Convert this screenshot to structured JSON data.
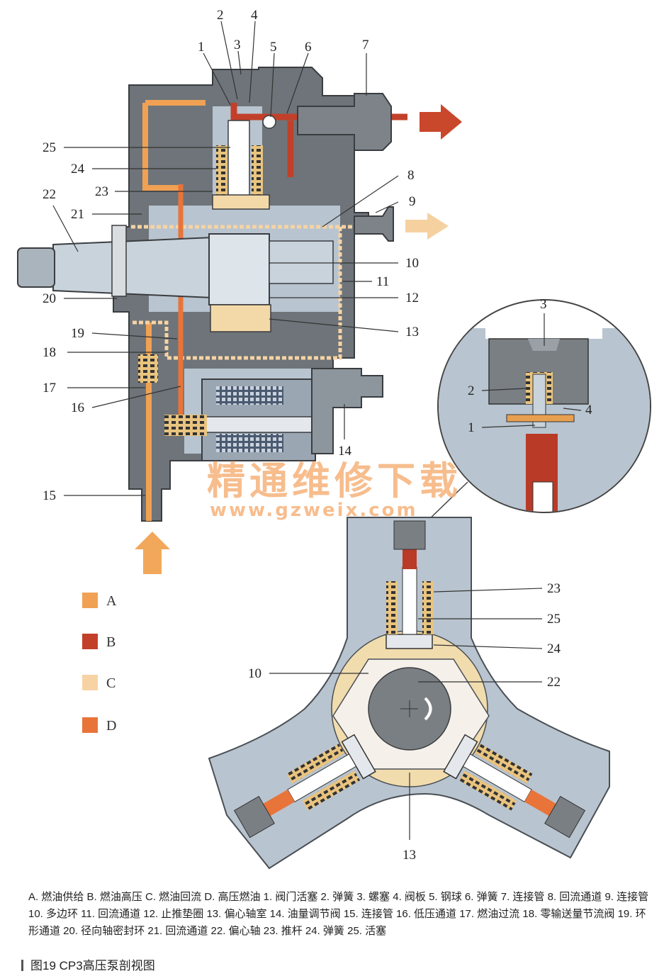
{
  "watermark": {
    "cn": "精通维修下载",
    "url": "www.gzweix.com"
  },
  "legend": [
    {
      "key": "A",
      "color": "#f0a154"
    },
    {
      "key": "B",
      "color": "#c2402a"
    },
    {
      "key": "C",
      "color": "#f7d3a4"
    },
    {
      "key": "D",
      "color": "#e8743a"
    }
  ],
  "callouts_main": [
    "1",
    "2",
    "3",
    "4",
    "5",
    "6",
    "7",
    "8",
    "9",
    "10",
    "11",
    "12",
    "13",
    "14",
    "15",
    "16",
    "17",
    "18",
    "19",
    "20",
    "21",
    "22",
    "23",
    "24",
    "25"
  ],
  "callouts_detail": [
    "3",
    "2",
    "4",
    "1"
  ],
  "callouts_bottom": [
    "23",
    "25",
    "24",
    "10",
    "22",
    "13"
  ],
  "caption": "A. 燃油供给 B. 燃油高压 C. 燃油回流 D. 高压燃油 1. 阀门活塞 2. 弹簧 3. 螺塞 4. 阀板 5. 钢球 6. 弹簧 7. 连接管 8. 回流通道 9. 连接管 10. 多边环 11. 回流通道 12. 止推垫圈 13. 偏心轴室 14. 油量调节阀 15. 连接管 16. 低压通道 17. 燃油过流 18. 零输送量节流阀 19. 环形通道 20. 径向轴密封环 21. 回流通道 22. 偏心轴 23. 推杆 24. 弹簧 25. 活塞",
  "figure_title": "图19   CP3高压泵剖视图"
}
